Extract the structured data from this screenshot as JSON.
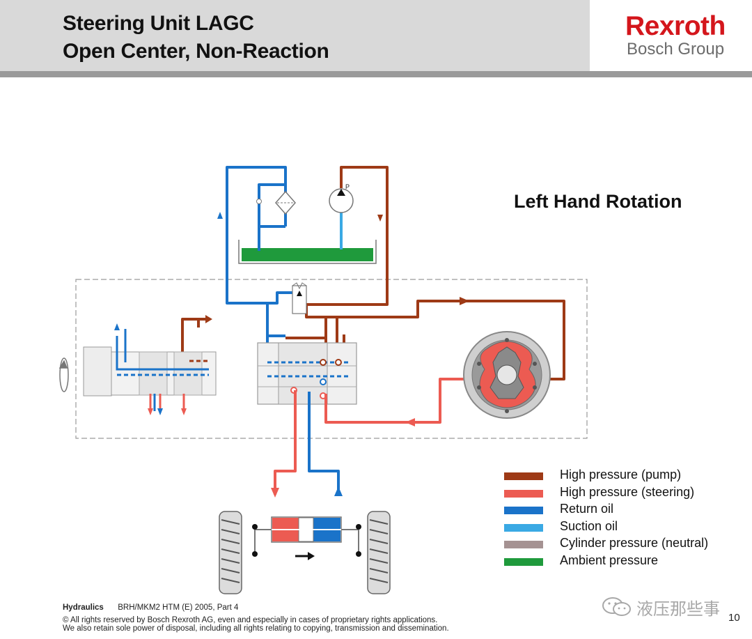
{
  "header": {
    "title_line1": "Steering Unit LAGC",
    "title_line2": "Open Center, Non-Reaction"
  },
  "logo": {
    "brand": "Rexroth",
    "group": "Bosch Group"
  },
  "diagram": {
    "rotation_label": "Left Hand Rotation",
    "pump_label": "P"
  },
  "legend": {
    "items": [
      {
        "label": "High pressure (pump)",
        "color": "#9e3a16"
      },
      {
        "label": "High pressure (steering)",
        "color": "#ec5b52"
      },
      {
        "label": "Return oil",
        "color": "#1a73c9"
      },
      {
        "label": "Suction oil",
        "color": "#3aa9e4"
      },
      {
        "label": "Cylinder pressure (neutral)",
        "color": "#a59292"
      },
      {
        "label": "Ambient pressure",
        "color": "#1f9a3c"
      }
    ]
  },
  "footer": {
    "section": "Hydraulics",
    "doc_ref": "BRH/MKM2  HTM (E) 2005, Part 4",
    "copyright_line1": "© All rights reserved by Bosch Rexroth AG, even and especially in cases of proprietary rights applications.",
    "copyright_line2": "We also retain sole power of disposal, including all rights relating to copying, transmission and dissemination.",
    "page_number": "10"
  },
  "watermark": {
    "text": "液压那些事"
  },
  "colors": {
    "pump_pressure": "#9e3a16",
    "steering_pressure": "#ec5b52",
    "return_oil": "#1a73c9",
    "ambient": "#1f9a3c",
    "logo_red": "#d4161c"
  }
}
